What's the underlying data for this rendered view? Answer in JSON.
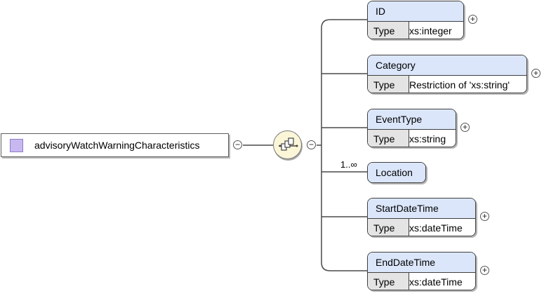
{
  "root": {
    "name": "advisoryWatchWarningCharacteristics"
  },
  "sequence": {
    "children": [
      {
        "name": "ID",
        "type_label": "Type",
        "type_value": "xs:integer",
        "expandable": true
      },
      {
        "name": "Category",
        "type_label": "Type",
        "type_value": "Restriction of 'xs:string'",
        "expandable": true
      },
      {
        "name": "EventType",
        "type_label": "Type",
        "type_value": "xs:string",
        "expandable": true
      },
      {
        "name": "Location",
        "occurrence": "1..∞",
        "expandable": false
      },
      {
        "name": "StartDateTime",
        "type_label": "Type",
        "type_value": "xs:dateTime",
        "expandable": true
      },
      {
        "name": "EndDateTime",
        "type_label": "Type",
        "type_value": "xs:dateTime",
        "expandable": true
      }
    ]
  },
  "symbols": {
    "collapse": "−",
    "expand": "+"
  },
  "colors": {
    "element_header": "#dbe6fa",
    "type_label_bg": "#e4e4e4",
    "root_square": "#c8b8f0",
    "compositor_bg": "#fbf6d8"
  }
}
